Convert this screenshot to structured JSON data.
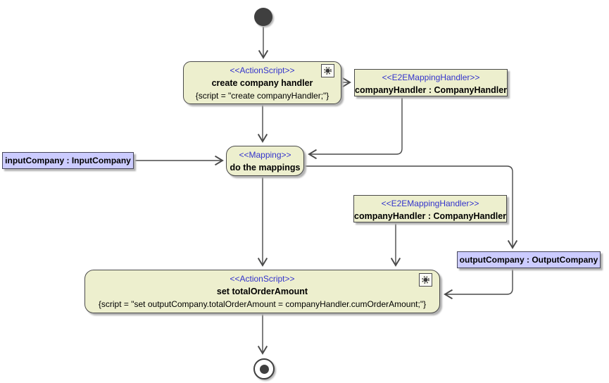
{
  "diagram": {
    "type": "uml-activity-diagram",
    "colors": {
      "bg_color": "#ffffff",
      "node_fill": "#edefce",
      "node_border": "#4a4a4a",
      "object_fill": "#ccccff",
      "object_border": "#46465a",
      "stereotype_color": "#3333cc",
      "text_color": "#000000",
      "edge_color": "#4a4a4a",
      "shadow_color": "#b2b2b2",
      "terminal_fill": "#3f3f3f"
    },
    "nodes": {
      "initial": {
        "kind": "initial node"
      },
      "create_company_handler": {
        "stereotype": "<<ActionScript>>",
        "name": "create company handler",
        "script": "{script = \"create companyHandler;\"}",
        "icon": "gear-icon"
      },
      "company_handler_top": {
        "stereotype": "<<E2EMappingHandler>>",
        "name": "companyHandler : CompanyHandler"
      },
      "input_company": {
        "name": "inputCompany : InputCompany"
      },
      "do_the_mappings": {
        "stereotype": "<<Mapping>>",
        "name": "do the mappings"
      },
      "company_handler_bottom": {
        "stereotype": "<<E2EMappingHandler>>",
        "name": "companyHandler : CompanyHandler"
      },
      "output_company": {
        "name": "outputCompany : OutputCompany"
      },
      "set_total_order_amount": {
        "stereotype": "<<ActionScript>>",
        "name": "set totalOrderAmount",
        "script": "{script = \"set outputCompany.totalOrderAmount = companyHandler.cumOrderAmount;\"}",
        "icon": "gear-icon"
      },
      "final": {
        "kind": "activity final node"
      }
    },
    "edges": [
      {
        "from": "initial",
        "to": "create_company_handler"
      },
      {
        "from": "create_company_handler",
        "to": "company_handler_top"
      },
      {
        "from": "company_handler_top",
        "to": "do_the_mappings"
      },
      {
        "from": "create_company_handler",
        "to": "do_the_mappings"
      },
      {
        "from": "input_company",
        "to": "do_the_mappings"
      },
      {
        "from": "do_the_mappings",
        "to": "output_company"
      },
      {
        "from": "output_company",
        "to": "set_total_order_amount"
      },
      {
        "from": "do_the_mappings",
        "to": "set_total_order_amount"
      },
      {
        "from": "company_handler_bottom",
        "to": "set_total_order_amount"
      },
      {
        "from": "set_total_order_amount",
        "to": "final"
      }
    ]
  }
}
